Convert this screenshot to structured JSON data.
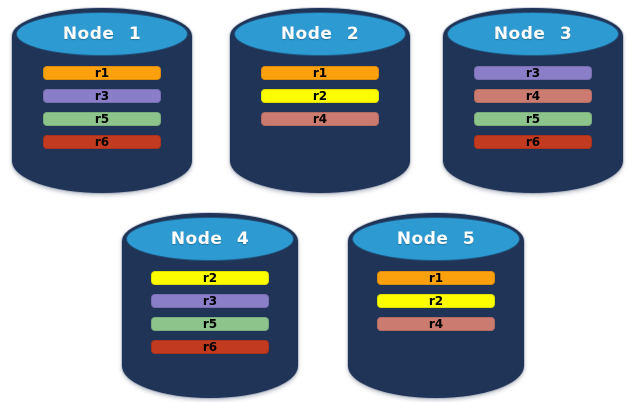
{
  "diagram": {
    "type": "database-replica-placement",
    "colors": {
      "background": "#FFFFFF",
      "cylinder_body": "#203457",
      "cylinder_top": "#2E9AD2",
      "label_text": "#FFFFFF",
      "bar_text": "#000000"
    },
    "replica_colors": {
      "r1": "#FCA10E",
      "r2": "#FDFD00",
      "r3": "#8A7EC8",
      "r4": "#CC7B70",
      "r5": "#8CC48C",
      "r6": "#C23A20"
    },
    "nodes": [
      {
        "label": "Node 1",
        "replicas": [
          "r1",
          "r3",
          "r5",
          "r6"
        ]
      },
      {
        "label": "Node 2",
        "replicas": [
          "r1",
          "r2",
          "r4"
        ]
      },
      {
        "label": "Node 3",
        "replicas": [
          "r3",
          "r4",
          "r5",
          "r6"
        ]
      },
      {
        "label": "Node 4",
        "replicas": [
          "r2",
          "r3",
          "r5",
          "r6"
        ]
      },
      {
        "label": "Node 5",
        "replicas": [
          "r1",
          "r2",
          "r4"
        ]
      }
    ]
  }
}
